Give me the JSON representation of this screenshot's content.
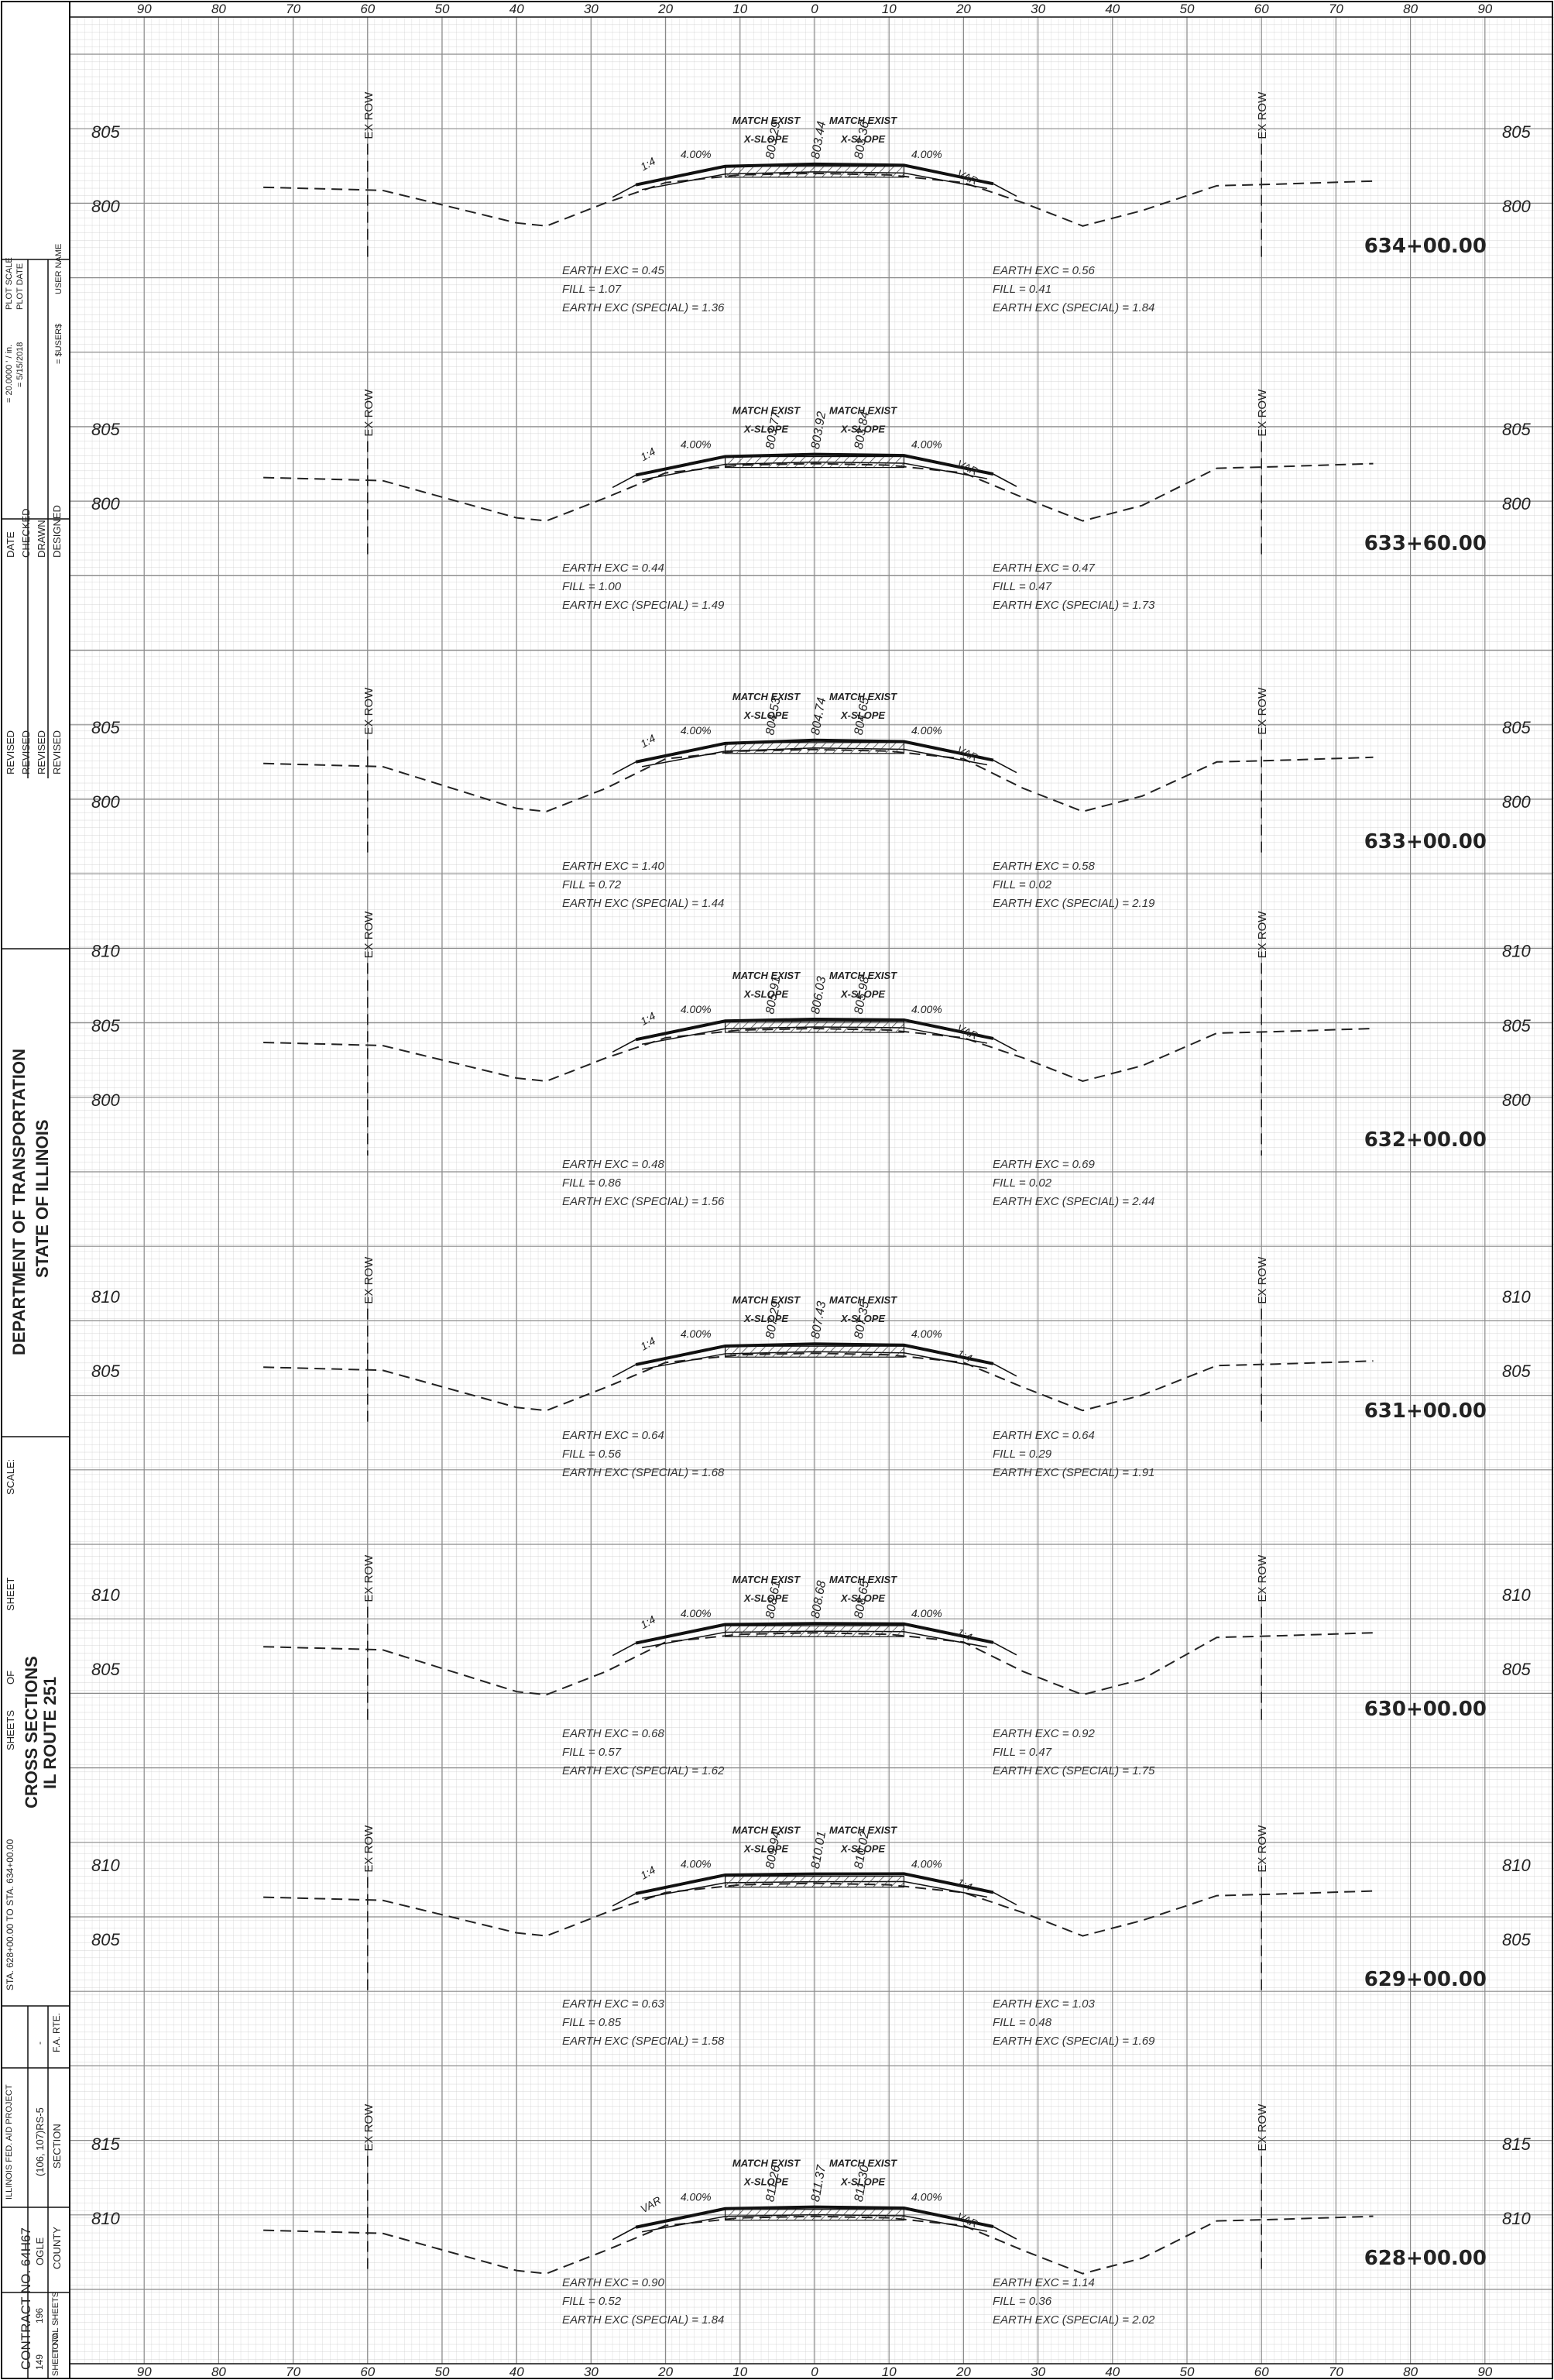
{
  "sheet": {
    "title_block": {
      "user_name_label": "USER NAME",
      "user_name_value": "= $USER$",
      "plot_scale_label": "PLOT SCALE",
      "plot_scale_value": "= 20.0000 ' / in.",
      "plot_date_label": "PLOT DATE",
      "plot_date_value": "= 5/15/2018",
      "designed_label": "DESIGNED",
      "drawn_label": "DRAWN",
      "checked_label": "CHECKED",
      "date_label": "DATE",
      "revised_label": "REVISED",
      "dash": "-",
      "agency_line1": "STATE OF ILLINOIS",
      "agency_line2": "DEPARTMENT OF TRANSPORTATION",
      "scale_label": "SCALE:",
      "sheet_label": "SHEET",
      "of_label": "OF",
      "sheets_label": "SHEETS",
      "sta_range": "STA. 628+00.00     TO STA. 634+00.00",
      "project_line1": "IL ROUTE 251",
      "project_line2": "CROSS SECTIONS",
      "fa_rte_label": "F.A. RTE.",
      "fa_rte_value": "-",
      "section_label": "SECTION",
      "section_value": "(106, 107)RS-5",
      "county_label": "COUNTY",
      "county_value": "OGLE",
      "total_sheets_label": "TOTAL SHEETS",
      "total_sheets_value": "196",
      "sheet_no_label": "SHEET NO.",
      "sheet_no_value": "149",
      "contract_label": "CONTRACT NO. 64H67",
      "fed_aid_label": "ILLINOIS  FED. AID PROJECT"
    },
    "offset_ticks": [
      "90",
      "80",
      "70",
      "60",
      "50",
      "40",
      "30",
      "20",
      "10",
      "0",
      "10",
      "20",
      "30",
      "40",
      "50",
      "60",
      "70",
      "80",
      "90"
    ],
    "common_labels": {
      "ex_row": "EX ROW",
      "match_exist": "MATCH EXIST",
      "x_slope": "X-SLOPE",
      "cross_slope": "4.00%"
    },
    "sections": [
      {
        "station": "634+00.00",
        "elev_labels": [
          "805",
          "800"
        ],
        "pgl_left": "803.29",
        "pgl_center": "803.44",
        "pgl_right": "803.36",
        "left_slope": "1:4",
        "right_slope": "VAR",
        "left_qty": [
          "EARTH EXC = 0.45",
          "FILL = 1.07",
          "EARTH EXC (SPECIAL) = 1.36"
        ],
        "right_qty": [
          "EARTH EXC = 0.56",
          "FILL = 0.41",
          "EARTH EXC (SPECIAL) = 1.84"
        ]
      },
      {
        "station": "633+60.00",
        "elev_labels": [
          "805",
          "800"
        ],
        "pgl_left": "803.77",
        "pgl_center": "803.92",
        "pgl_right": "803.84",
        "left_slope": "1:4",
        "right_slope": "VAR",
        "left_qty": [
          "EARTH EXC = 0.44",
          "FILL = 1.00",
          "EARTH EXC (SPECIAL) = 1.49"
        ],
        "right_qty": [
          "EARTH EXC = 0.47",
          "FILL = 0.47",
          "EARTH EXC (SPECIAL) = 1.73"
        ]
      },
      {
        "station": "633+00.00",
        "elev_labels": [
          "805",
          "800"
        ],
        "pgl_left": "804.53",
        "pgl_center": "804.74",
        "pgl_right": "804.65",
        "left_slope": "1:4",
        "right_slope": "VAR",
        "left_qty": [
          "EARTH EXC = 1.40",
          "FILL = 0.72",
          "EARTH EXC (SPECIAL) = 1.44"
        ],
        "right_qty": [
          "EARTH EXC = 0.58",
          "FILL = 0.02",
          "EARTH EXC (SPECIAL) = 2.19"
        ]
      },
      {
        "station": "632+00.00",
        "elev_labels": [
          "810",
          "805",
          "800"
        ],
        "pgl_left": "805.91",
        "pgl_center": "806.03",
        "pgl_right": "805.98",
        "left_slope": "1:4",
        "right_slope": "VAR",
        "left_qty": [
          "EARTH EXC = 0.48",
          "FILL = 0.86",
          "EARTH EXC (SPECIAL) = 1.56"
        ],
        "right_qty": [
          "EARTH EXC = 0.69",
          "FILL = 0.02",
          "EARTH EXC (SPECIAL) = 2.44"
        ]
      },
      {
        "station": "631+00.00",
        "elev_labels": [
          "810",
          "805"
        ],
        "pgl_left": "807.29",
        "pgl_center": "807.43",
        "pgl_right": "807.35",
        "left_slope": "1:4",
        "right_slope": "1:4",
        "left_qty": [
          "EARTH EXC = 0.64",
          "FILL = 0.56",
          "EARTH EXC (SPECIAL) = 1.68"
        ],
        "right_qty": [
          "EARTH EXC = 0.64",
          "FILL = 0.29",
          "EARTH EXC (SPECIAL) = 1.91"
        ]
      },
      {
        "station": "630+00.00",
        "elev_labels": [
          "810",
          "805"
        ],
        "pgl_left": "808.61",
        "pgl_center": "808.68",
        "pgl_right": "808.65",
        "left_slope": "1:4",
        "right_slope": "1:4",
        "left_qty": [
          "EARTH EXC = 0.68",
          "FILL = 0.57",
          "EARTH EXC (SPECIAL) = 1.62"
        ],
        "right_qty": [
          "EARTH EXC = 0.92",
          "FILL = 0.47",
          "EARTH EXC (SPECIAL) = 1.75"
        ]
      },
      {
        "station": "629+00.00",
        "elev_labels": [
          "810",
          "805"
        ],
        "pgl_left": "809.94",
        "pgl_center": "810.01",
        "pgl_right": "810.02",
        "left_slope": "1:4",
        "right_slope": "1:4",
        "left_qty": [
          "EARTH EXC = 0.63",
          "FILL = 0.85",
          "EARTH EXC (SPECIAL) = 1.58"
        ],
        "right_qty": [
          "EARTH EXC = 1.03",
          "FILL = 0.48",
          "EARTH EXC (SPECIAL) = 1.69"
        ]
      },
      {
        "station": "628+00.00",
        "elev_labels": [
          "815",
          "810"
        ],
        "pgl_left": "811.26",
        "pgl_center": "811.37",
        "pgl_right": "811.30",
        "left_slope": "VAR",
        "right_slope": "VAR",
        "left_qty": [
          "EARTH EXC = 0.90",
          "FILL = 0.52",
          "EARTH EXC (SPECIAL) = 1.84"
        ],
        "right_qty": [
          "EARTH EXC = 1.14",
          "FILL = 0.36",
          "EARTH EXC (SPECIAL) = 2.02"
        ]
      }
    ]
  }
}
